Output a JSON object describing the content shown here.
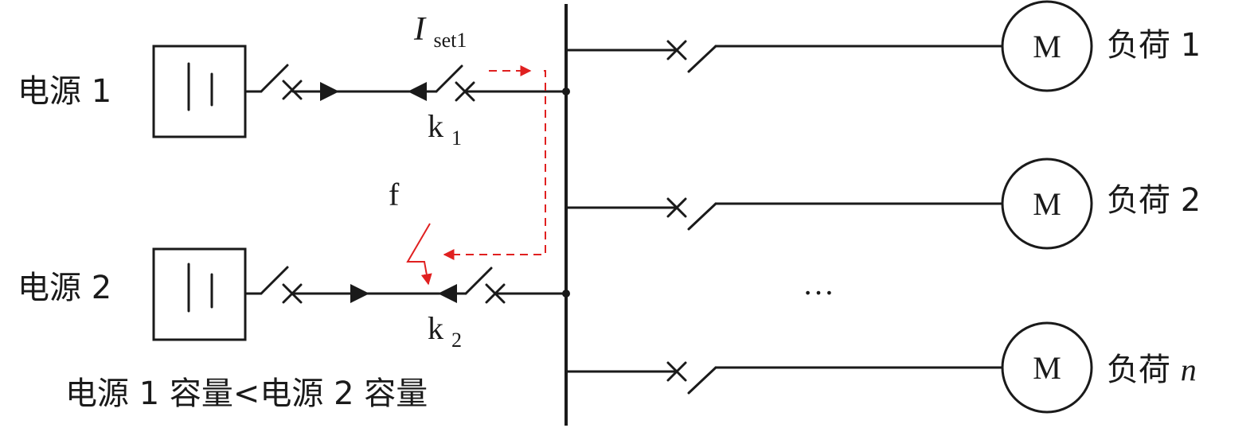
{
  "sources": [
    {
      "label": "电源 1",
      "breaker_label": "k",
      "breaker_sub": "1"
    },
    {
      "label": "电源 2",
      "breaker_label": "k",
      "breaker_sub": "2"
    }
  ],
  "setting": {
    "symbol": "I",
    "sub": "set1"
  },
  "fault_label": "f",
  "loads": [
    {
      "label": "负荷 1",
      "motor": "M"
    },
    {
      "label": "负荷 2",
      "motor": "M"
    },
    {
      "label": "负荷 ",
      "label_var": "n",
      "motor": "M"
    }
  ],
  "ellipsis": "…",
  "caption": "电源 1 容量<电源 2 容量",
  "colors": {
    "line": "#1a1a1a",
    "fault": "#e02020"
  }
}
